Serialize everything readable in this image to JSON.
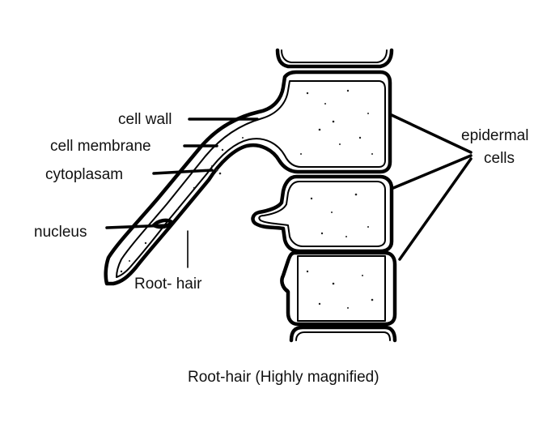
{
  "labels": {
    "cell_wall": "cell wall",
    "cell_membrane": "cell membrane",
    "cytoplasam": "cytoplasam",
    "nucleus": "nucleus",
    "root_hair": "Root- hair",
    "epidermal": "epidermal",
    "cells": "cells"
  },
  "caption": "Root-hair (Highly magnified)",
  "colors": {
    "ink": "#000000",
    "background": "#ffffff"
  }
}
